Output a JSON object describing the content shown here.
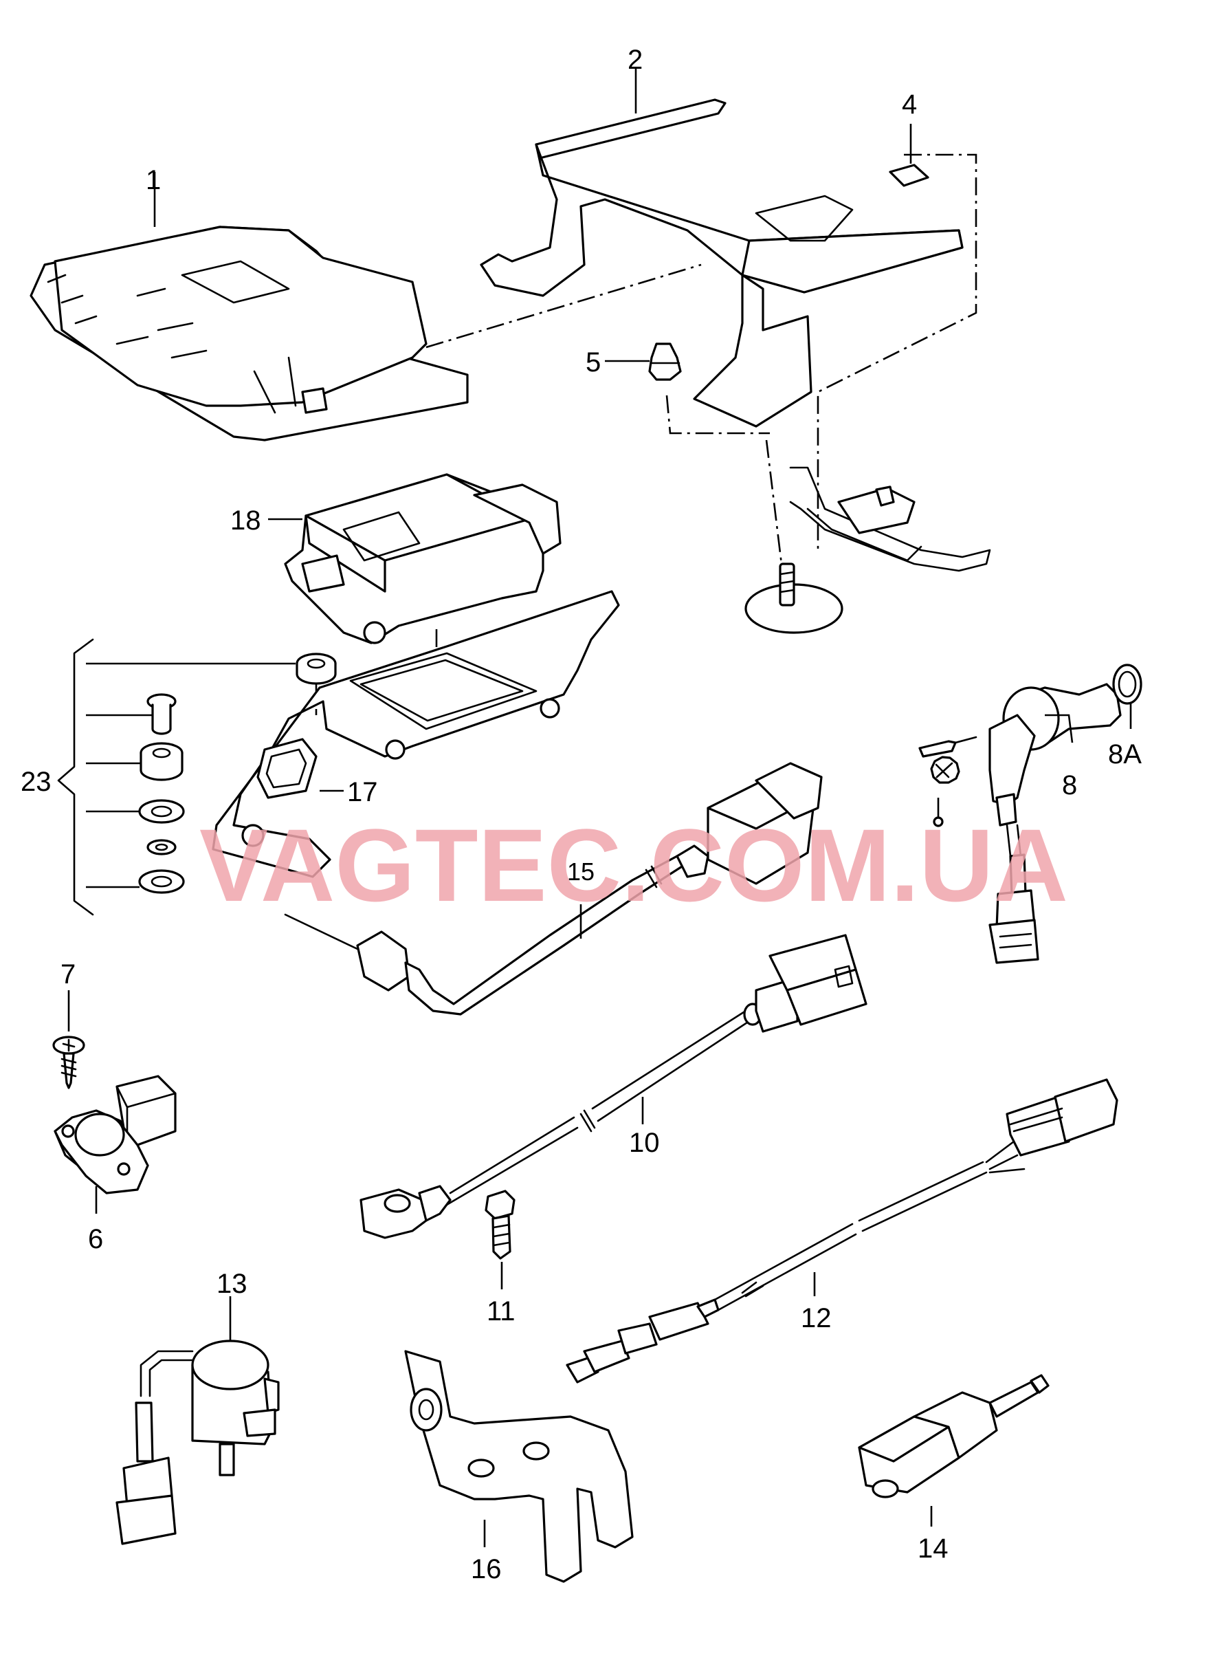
{
  "labels": {
    "p1": "1",
    "p2": "2",
    "p4": "4",
    "p5": "5",
    "p6": "6",
    "p7": "7",
    "p8": "8",
    "p8a": "8A",
    "p10": "10",
    "p11": "11",
    "p12": "12",
    "p13": "13",
    "p14": "14",
    "p15": "15",
    "p16": "16",
    "p17": "17",
    "p18": "18",
    "p23": "23"
  },
  "watermark": "VAGTEC.COM.UA",
  "colors": {
    "line": "#000000",
    "watermark": "#f0a5ac"
  }
}
